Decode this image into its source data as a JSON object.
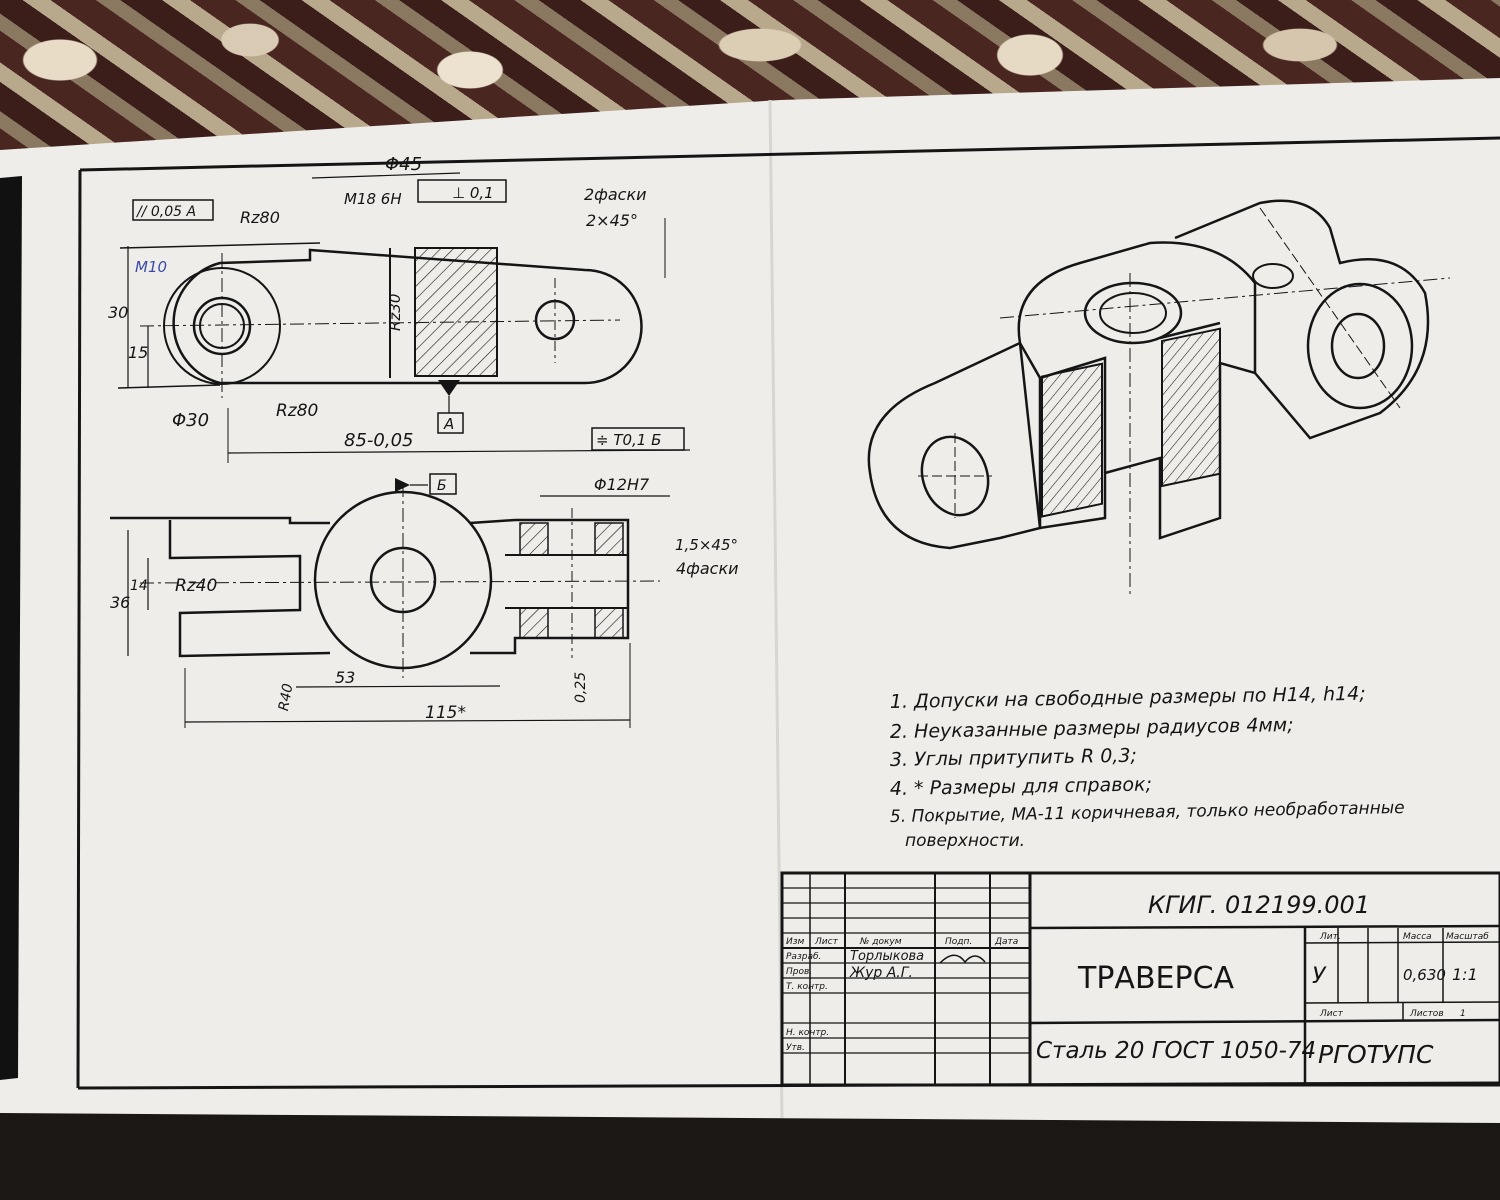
{
  "drawing": {
    "dimensions_front": {
      "d45": "Φ45",
      "thread": "M18 6H",
      "perp_tol": "⊥ 0,1",
      "chamfers_label": "2фаски",
      "chamfers_size": "2×45°",
      "parallel_tol": "// 0,05 А",
      "rz80_top": "Rz80",
      "m10": "M10",
      "h30": "30",
      "h15": "15",
      "rz30": "Rz30",
      "d30": "Φ30",
      "rz80_bottom": "Rz80",
      "datum_a": "А",
      "len85": "85-0,05",
      "sym_tol": "≑ T0,1 Б"
    },
    "dimensions_top": {
      "datum_b": "Б",
      "d12": "Φ12H7",
      "chamfer_small": "1,5×45°",
      "chamfer_count": "4фаски",
      "h36": "36",
      "h14": "14",
      "r40": "R40",
      "rz40": "Rz40",
      "len53": "53",
      "len115": "115*",
      "rough025": "0,25"
    },
    "notes": [
      "1. Допуски на свободные размеры по H14, h14;",
      "2. Неуказанные размеры радиусов 4мм;",
      "3. Углы притупить  R 0,3;",
      "4. * Размеры для справок;",
      "5. Покрытие, МА-11 коричневая, только необработанные",
      "поверхности."
    ],
    "title_block": {
      "code": "КГИГ. 012199.001",
      "name": "ТРАВЕРСА",
      "material": "Сталь 20 ГОСТ 1050-74",
      "org": "РГОТУПС",
      "lit_label": "Лит.",
      "mass_label": "Масса",
      "scale_label": "Масштаб",
      "lit_value": "У",
      "mass_value": "0,630",
      "scale_value": "1:1",
      "sheet_label": "Лист",
      "sheets_label": "Листов",
      "sheets_value": "1",
      "col_izm": "Изм",
      "col_list": "Лист",
      "col_doc": "№ докум",
      "col_sign": "Подп.",
      "col_date": "Дата",
      "row_razrab": "Разраб.",
      "row_prov": "Пров.",
      "row_tkontr": "Т. контр.",
      "row_nkontr": "Н. контр.",
      "row_utv": "Утв.",
      "name_razrab": "Торлыкова",
      "name_prov": "Жур А.Г."
    }
  }
}
